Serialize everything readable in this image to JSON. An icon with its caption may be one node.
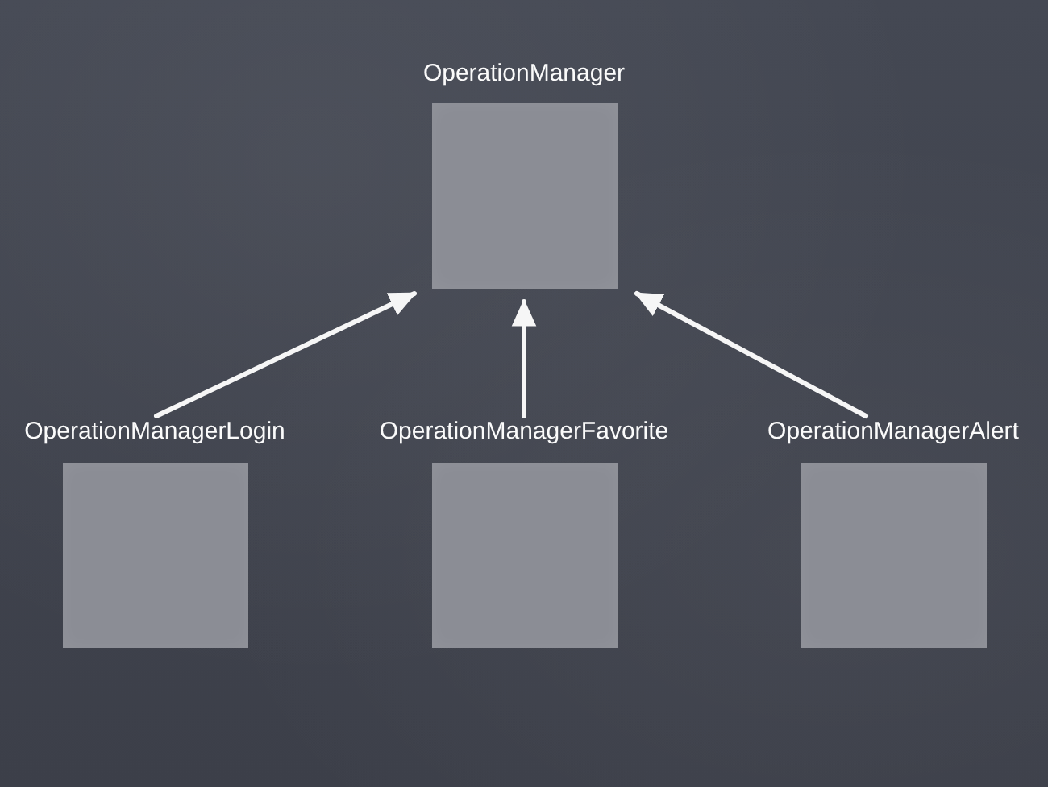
{
  "diagram": {
    "nodes": [
      {
        "text": [
          "OperationManager"
        ]
      },
      {
        "text": [
          "OperationManagerLogin"
        ]
      },
      {
        "text": [
          "OperationManagerFavorite"
        ]
      },
      {
        "text": [
          "OperationManagerAlert"
        ]
      }
    ],
    "edges": [
      {
        "from": 1,
        "to": 0,
        "arrow": "to"
      },
      {
        "from": 2,
        "to": 0,
        "arrow": "to"
      },
      {
        "from": 3,
        "to": 0,
        "arrow": "to"
      }
    ]
  }
}
